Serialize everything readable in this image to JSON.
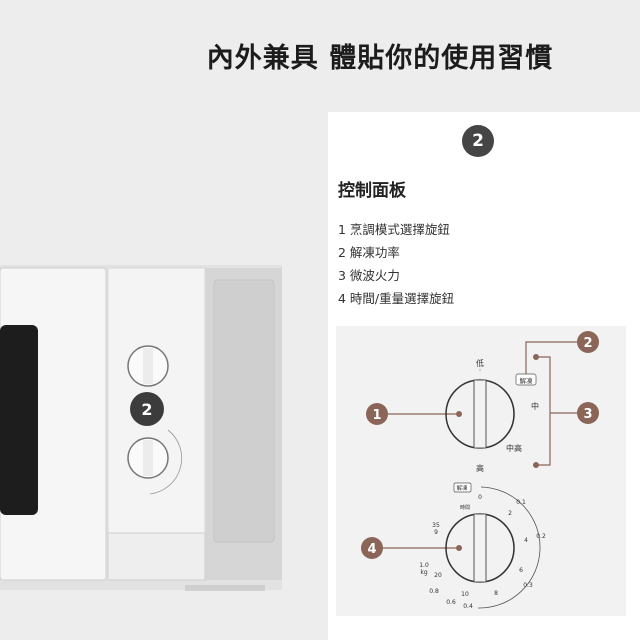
{
  "headline": "內外兼具 體貼你的使用習慣",
  "panel": {
    "badge": "2",
    "title": "控制面板",
    "items": [
      "1 烹調模式選擇旋鈕",
      "2 解凍功率",
      "3 微波火力",
      "4 時間/重量選擇旋鈕"
    ]
  },
  "microwave": {
    "badge": "2"
  },
  "diagram": {
    "callouts": [
      "1",
      "2",
      "3",
      "4"
    ],
    "power_labels": {
      "low": "低",
      "defrost": "解凍",
      "mid": "中",
      "mid_high": "中高",
      "high": "高"
    },
    "timer_labels": {
      "defrost": "解凍",
      "zero": "0",
      "time": "時間",
      "minutes": [
        "2",
        "4",
        "6",
        "8",
        "10",
        "20"
      ],
      "top_left": "35",
      "top_left_sub": "9",
      "weights": [
        "0.1",
        "0.2",
        "0.3",
        "0.4",
        "0.6",
        "0.8"
      ],
      "max_weight": "1.0",
      "unit": "kg"
    },
    "accent_color": "#8b6658"
  }
}
